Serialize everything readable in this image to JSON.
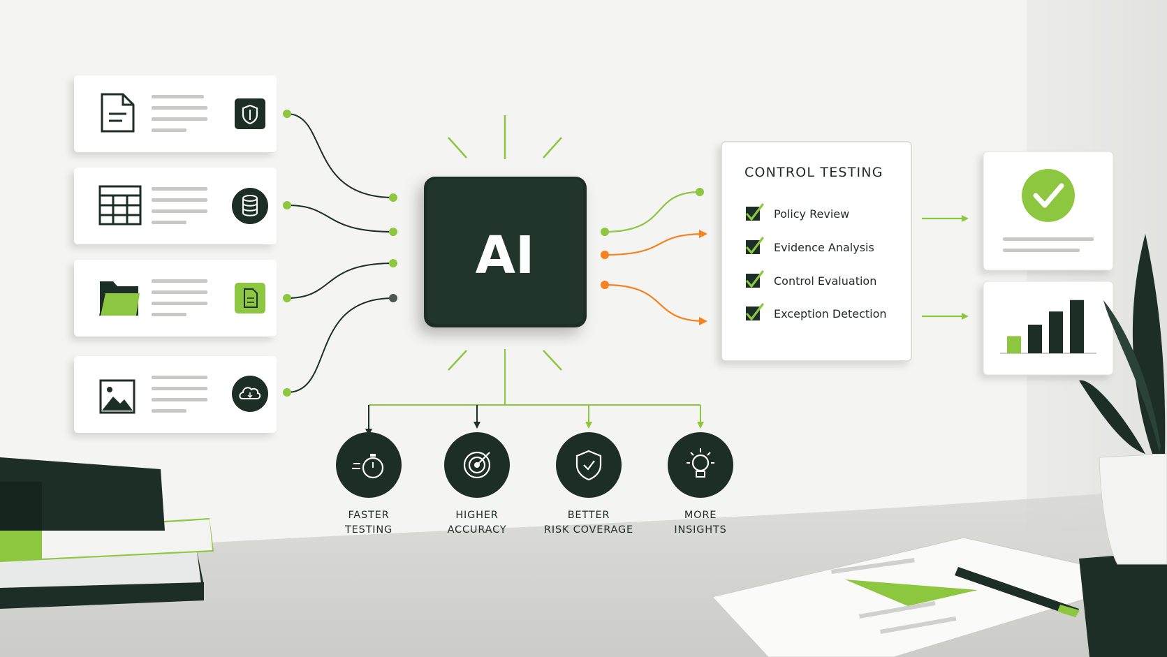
{
  "ai_hub": {
    "label": "AI"
  },
  "control_testing": {
    "title": "CONTROL TESTING",
    "items": [
      "Policy Review",
      "Evidence Analysis",
      "Control Evaluation",
      "Exception Detection"
    ]
  },
  "benefits": [
    {
      "line1": "FASTER",
      "line2": "TESTING",
      "icon": "stopwatch-icon"
    },
    {
      "line1": "HIGHER",
      "line2": "ACCURACY",
      "icon": "target-icon"
    },
    {
      "line1": "BETTER",
      "line2": "RISK COVERAGE",
      "icon": "shield-check-icon"
    },
    {
      "line1": "MORE",
      "line2": "INSIGHTS",
      "icon": "lightbulb-icon"
    }
  ],
  "sources": [
    {
      "icon": "document-icon",
      "badge": "shield-icon"
    },
    {
      "icon": "spreadsheet-icon",
      "badge": "database-icon"
    },
    {
      "icon": "folder-icon",
      "badge": "file-icon"
    },
    {
      "icon": "image-icon",
      "badge": "cloud-icon"
    }
  ],
  "outputs": [
    {
      "icon": "checkmark-icon"
    },
    {
      "icon": "bar-chart-icon",
      "bar_levels": [
        0.3,
        0.5,
        0.73,
        0.93
      ]
    }
  ],
  "colors": {
    "dark_green": "#1c2e26",
    "lime": "#8dc63f",
    "orange": "#f5821f",
    "card": "#ffffff",
    "background": "#f4f4f2"
  }
}
